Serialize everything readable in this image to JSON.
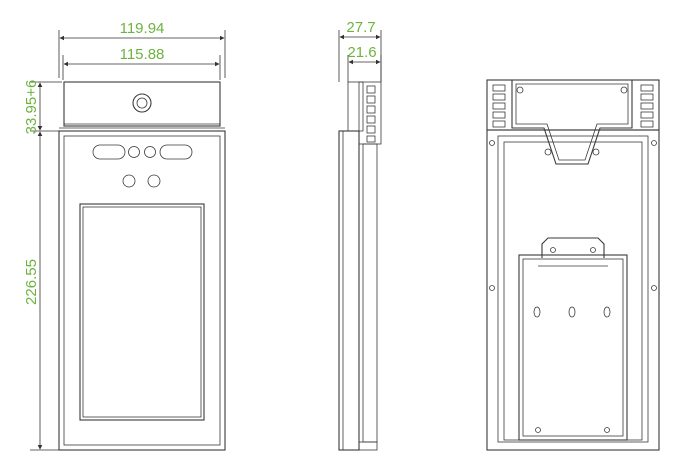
{
  "dimensions": {
    "front_outer_width": "119.94",
    "front_inner_width": "115.88",
    "top_band_height": "33.95+6",
    "body_height": "226.55",
    "side_outer_depth": "27.7",
    "side_inner_depth": "21.6"
  },
  "colors": {
    "dimension_text": "#6db33f",
    "line": "#3a3a3a"
  },
  "views": [
    "front",
    "side",
    "back"
  ]
}
